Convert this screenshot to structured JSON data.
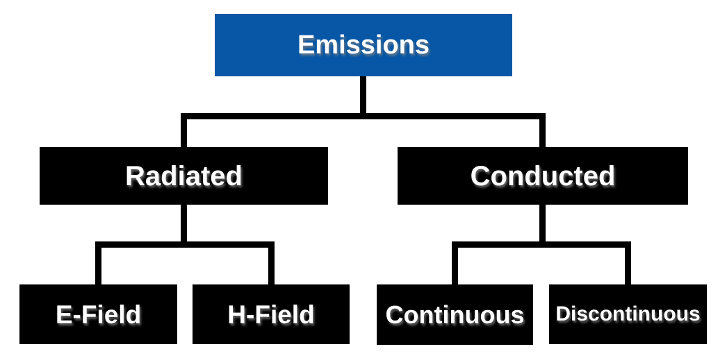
{
  "diagram": {
    "type": "tree",
    "root": {
      "label": "Emissions",
      "children": [
        {
          "label": "Radiated",
          "children": [
            {
              "label": "E-Field"
            },
            {
              "label": "H-Field"
            }
          ]
        },
        {
          "label": "Conducted",
          "children": [
            {
              "label": "Continuous"
            },
            {
              "label": "Discontinuous"
            }
          ]
        }
      ]
    }
  },
  "colors": {
    "root_fill": "#0757A6",
    "node_fill": "#000000",
    "label_text": "#FFFFFF",
    "connector": "#000000",
    "background": "#FFFFFF"
  }
}
